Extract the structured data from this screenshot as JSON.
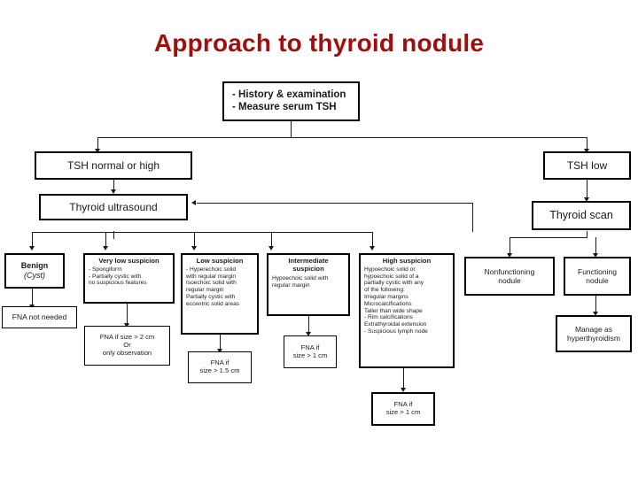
{
  "page": {
    "title": "Approach to thyroid nodule",
    "title_color": "#9e1010",
    "background": "#ffffff",
    "box_border_color": "#000000",
    "text_color": "#1a1a1a"
  },
  "nodes": {
    "initial": {
      "line1": "- History & examination",
      "line2": "- Measure serum TSH"
    },
    "tsh_normal_high": {
      "label": "TSH normal or high"
    },
    "tsh_low": {
      "label": "TSH low"
    },
    "thyroid_ultrasound": {
      "label": "Thyroid ultrasound"
    },
    "thyroid_scan": {
      "label": "Thyroid scan"
    },
    "benign": {
      "title": "Benign",
      "sub": "(Cyst)"
    },
    "fna_not_needed": {
      "label": "FNA not needed"
    },
    "very_low_suspicion": {
      "title": "Very low suspicion",
      "lines": [
        "- Spongiform",
        "- Partially cystic with",
        "   no suspicious features"
      ]
    },
    "very_low_action": {
      "lines": [
        "FNA if size > 2 cm",
        "Or",
        "only observation"
      ]
    },
    "low_suspicion": {
      "title": "Low suspicion",
      "lines": [
        "- Hyperechoic solid",
        "   with regular margin",
        "Isoechoic solid with",
        "regular margin",
        "Partially cystic with",
        "eccentric solid areas"
      ]
    },
    "low_action": {
      "lines": [
        "FNA if",
        "size > 1.5 cm"
      ]
    },
    "intermediate_suspicion": {
      "title_line1": "Intermediate",
      "title_line2": "suspicion",
      "lines": [
        "Hypoechoic solid with",
        "regular margin"
      ]
    },
    "intermediate_action": {
      "lines": [
        "FNA if",
        "size > 1 cm"
      ]
    },
    "high_suspicion": {
      "title": "High suspicion",
      "lines": [
        "Hypoechoic solid or",
        "hypoechoic solid of a",
        "partially cystic with any",
        "of the following:",
        "     Irregular margins",
        "     Microcalcifications",
        "     Taller than wide shape",
        "- Rim calcifications",
        "   Extrathyroidal extension",
        "- Suspicious lymph node"
      ]
    },
    "high_action": {
      "lines": [
        "FNA if",
        "size > 1 cm"
      ]
    },
    "nonfunctioning_nodule": {
      "line1": "Nonfunctioning",
      "line2": "nodule"
    },
    "functioning_nodule": {
      "line1": "Functioning",
      "line2": "nodule"
    },
    "manage_hyperthyroidism": {
      "line1": "Manage as",
      "line2": "hyperthyroidism"
    }
  }
}
